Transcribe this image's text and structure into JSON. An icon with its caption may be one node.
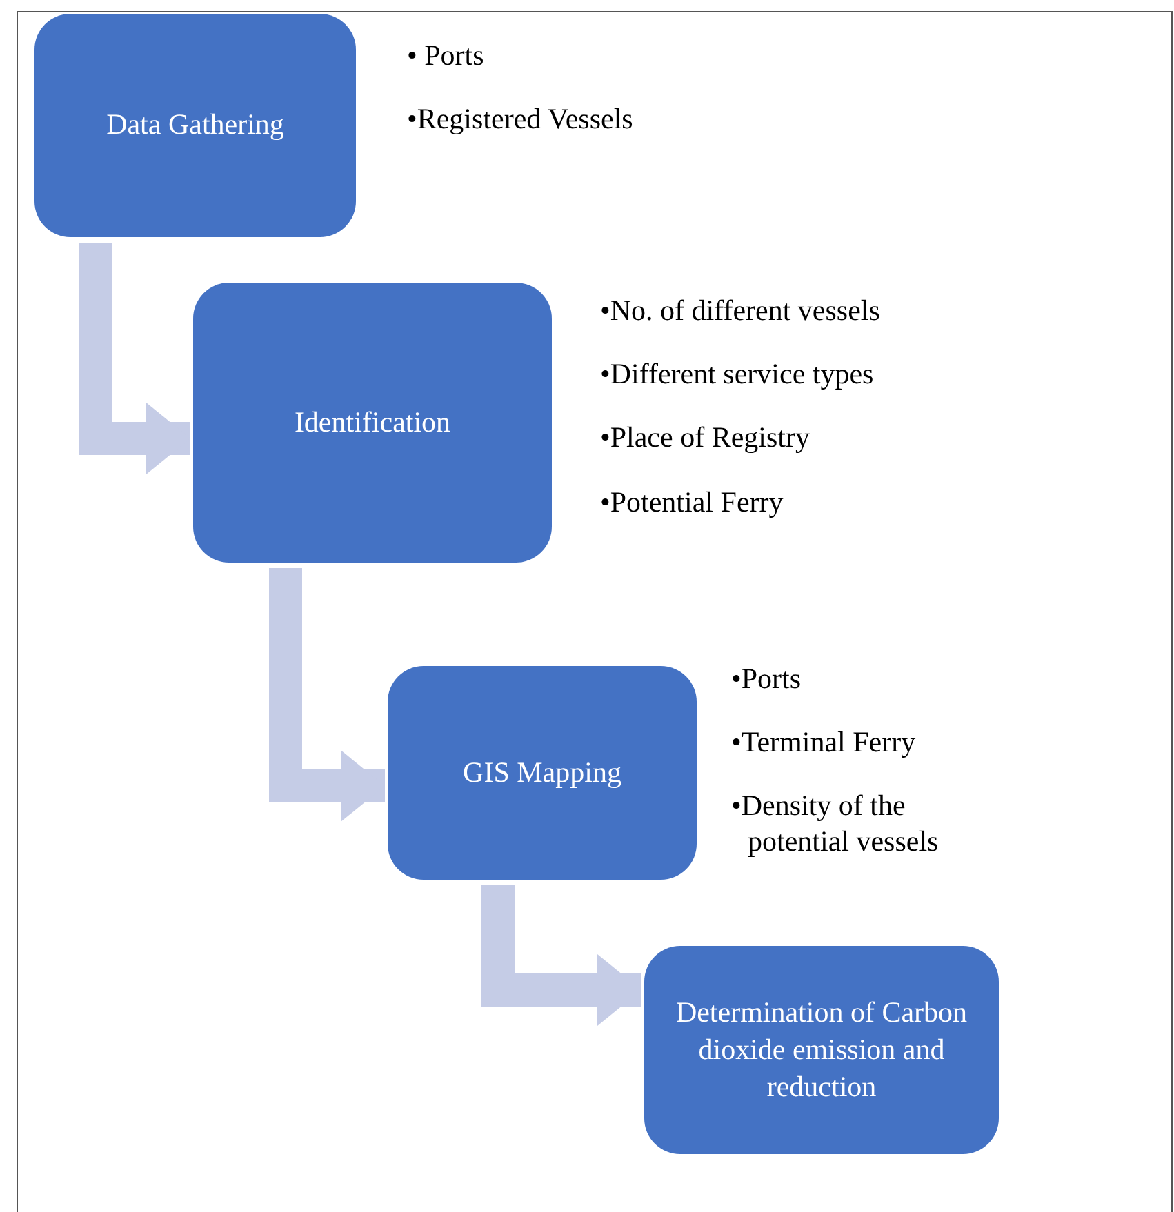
{
  "diagram": {
    "nodes": [
      {
        "text": [
          "Data Gathering"
        ],
        "beside": [
          "• Ports",
          "•Registered Vessels"
        ]
      },
      {
        "text": [
          "Identification"
        ],
        "beside": [
          "•No. of different vessels",
          "•Different service types",
          "•Place of Registry",
          "•Potential Ferry"
        ]
      },
      {
        "text": [
          "GIS Mapping"
        ],
        "beside": [
          "•Ports",
          "•Terminal Ferry",
          "•Density of the potential vessels"
        ]
      },
      {
        "text": [
          "Determination of Carbon dioxide emission and reduction"
        ]
      }
    ],
    "edges": [
      {
        "from": 0,
        "to": 1,
        "arrow": "to"
      },
      {
        "from": 1,
        "to": 2,
        "arrow": "to"
      },
      {
        "from": 2,
        "to": 3,
        "arrow": "to"
      }
    ]
  }
}
